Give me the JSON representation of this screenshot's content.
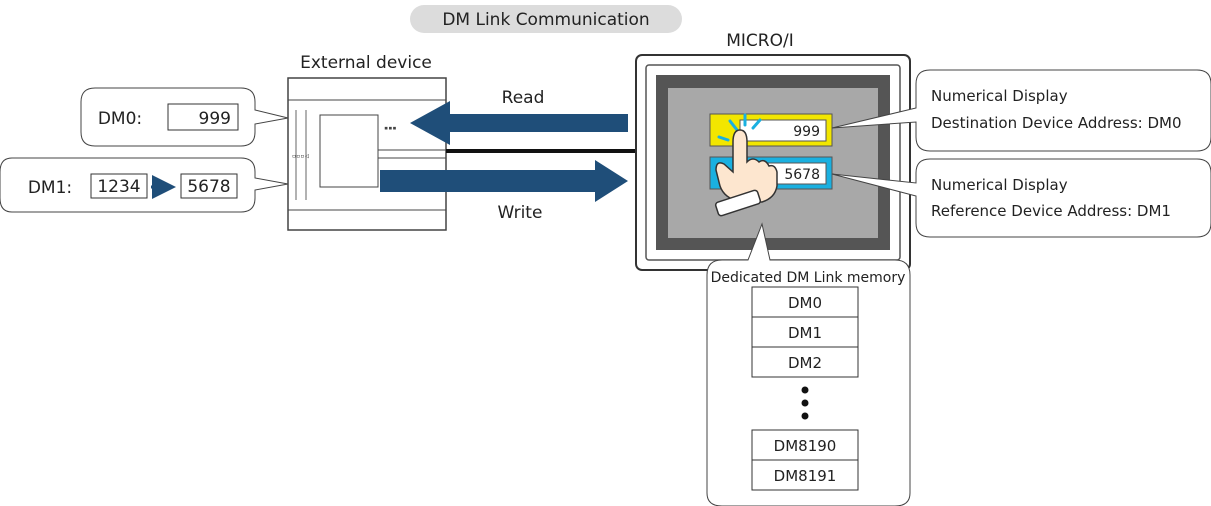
{
  "title": "DM Link Communication",
  "external_device": {
    "label": "External device"
  },
  "micro_i": {
    "label": "MICRO/I"
  },
  "arrows": {
    "read_label": "Read",
    "write_label": "Write"
  },
  "dm0_callout": {
    "label": "DM0:",
    "value": "999"
  },
  "dm1_callout": {
    "label": "DM1:",
    "old_value": "1234",
    "new_value": "5678"
  },
  "screen": {
    "display1_value": "999",
    "display2_value": "5678"
  },
  "numerical_display_1": {
    "line1": "Numerical Display",
    "line2": "Destination Device Address: DM0"
  },
  "numerical_display_2": {
    "line1": "Numerical Display",
    "line2": "Reference Device Address: DM1"
  },
  "dm_memory": {
    "title": "Dedicated DM Link memory",
    "top_cells": [
      "DM0",
      "DM1",
      "DM2"
    ],
    "bottom_cells": [
      "DM8190",
      "DM8191"
    ]
  },
  "colors": {
    "arrow": "#1f4e79",
    "display_yellow": "#f2e600",
    "display_cyan": "#1ab0e0",
    "screen_gray": "#a8a8a8",
    "pill_gray": "#dcdcdc"
  }
}
